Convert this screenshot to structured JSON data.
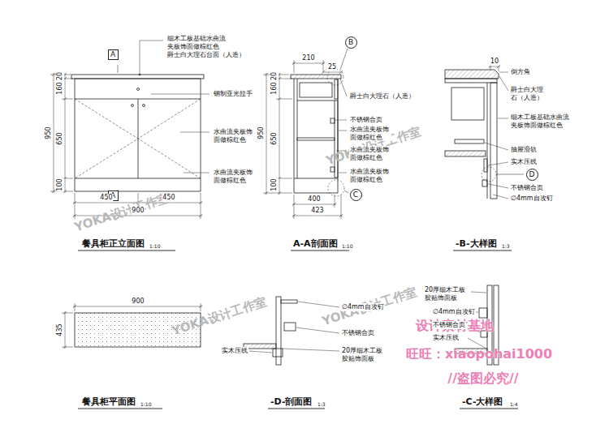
{
  "diagram": {
    "nodes": [
      {
        "text": [
          "A"
        ]
      },
      {
        "text": [
          "A"
        ]
      },
      {
        "text": [
          "B"
        ]
      },
      {
        "text": [
          "C"
        ]
      },
      {
        "text": [
          "D"
        ]
      }
    ],
    "labels": [
      "细木工板基础水曲流",
      "夹板饰面做棕红色",
      "爵士白大理石台面（人造）",
      "钢制亚光拉手",
      "水曲流夹板饰面做棕红色",
      "水曲流夹板饰面做棕红色",
      "20",
      "160",
      "950",
      "650",
      "100",
      "450",
      "450",
      "900",
      "餐具柜正立面图",
      "1:10",
      "210",
      "25",
      "20",
      "160",
      "950",
      "650",
      "100",
      "爵士白大理石（人造）",
      "不锈钢合页",
      "水曲流夹板饰面做棕红色",
      "水曲流夹板饰面做棕红色",
      "水曲流夹板饰面做棕红色",
      "400",
      "423",
      "A-A剖面图",
      "1:10",
      "10",
      "倒方角",
      "爵士白大理石（人造）",
      "细木工板基础水曲流夹板饰面做棕红色",
      "抽屉滑轨",
      "实木压线",
      "不锈钢合页",
      "∅4mm自攻钉",
      "-B-大样图",
      "1:3",
      "900",
      "435",
      "餐具柜平面图",
      "1:10",
      "∅4mm自攻钉",
      "不锈钢合页",
      "20厚细木工板胶贴饰面板",
      "实木压线",
      "-D-剖面图",
      "1:3",
      "20厚细木工板胶贴饰面板",
      "∅4mm自攻钉",
      "不锈钢合页",
      "实木压线",
      "-C-大样图",
      "1:4",
      "YOKA设计工作室",
      "YOKA设计工作室",
      "YOKA设计工作室",
      "YOKA设计工作室",
      "设计素材基地",
      "旺旺：xiaopohai1000",
      "//盗图必究//"
    ]
  }
}
